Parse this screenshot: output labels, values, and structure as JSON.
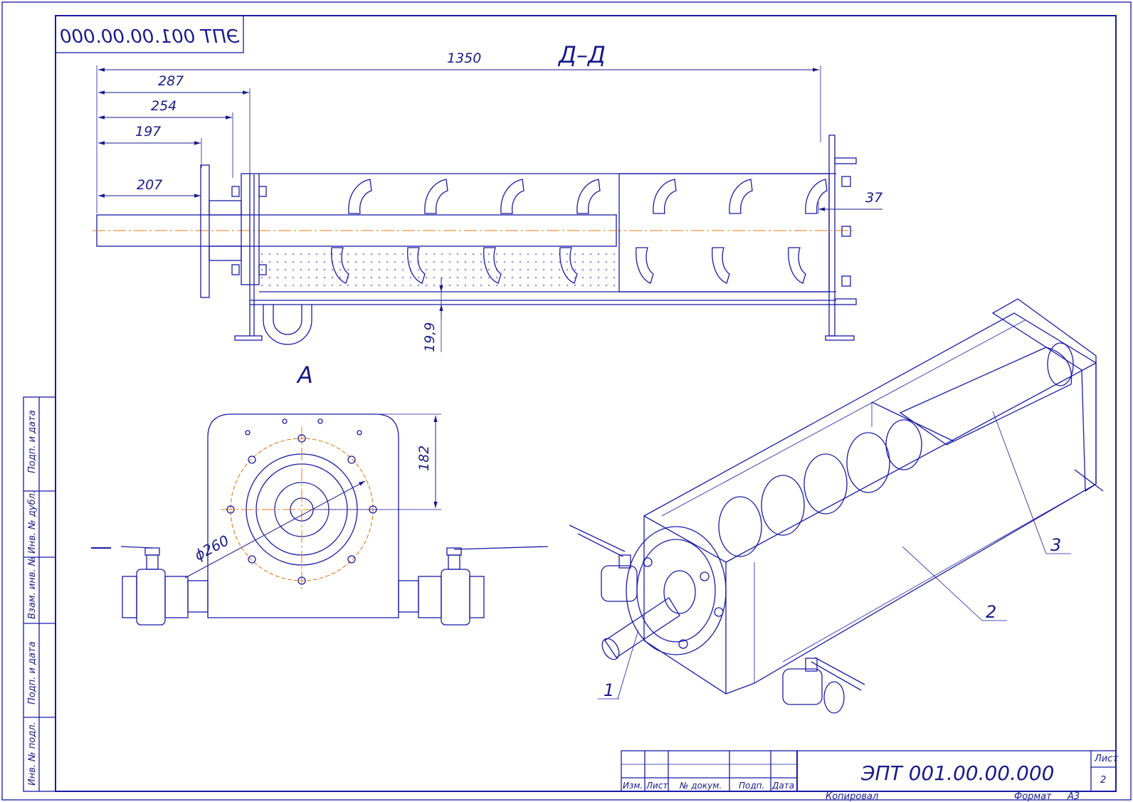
{
  "sheet": {
    "doc_code": "ЭПТ  001.00.00.000",
    "doc_code_mirrored": "ЭПТ  001.00.00.000",
    "section_label": "Д–Д",
    "view_label": "А"
  },
  "dimensions": {
    "overall_length": "1350",
    "d287": "287",
    "d254": "254",
    "d197": "197",
    "d207": "207",
    "d37": "37",
    "d19_9": "19,9",
    "d182": "182",
    "diameter": "ϕ260"
  },
  "leaders": [
    "1",
    "2",
    "3"
  ],
  "side_stamp": [
    "Подп. и дата",
    "Инв. № дубл.",
    "Взам. инв. №",
    "Подп. и дата",
    "Инв. № подл."
  ],
  "title_block": {
    "columns": [
      "Изм.",
      "Лист",
      "№ докум.",
      "Подп.",
      "Дата"
    ],
    "designation": "ЭПТ   001.00.00.000",
    "sheet_label": "Лист",
    "sheet_number": "2"
  },
  "footer": {
    "copied": "Копировал",
    "format_label": "Формат",
    "format_value": "А3"
  },
  "colors": {
    "line": "#1a1aa8",
    "axis": "#e07b1a",
    "background": "#ffffff"
  }
}
